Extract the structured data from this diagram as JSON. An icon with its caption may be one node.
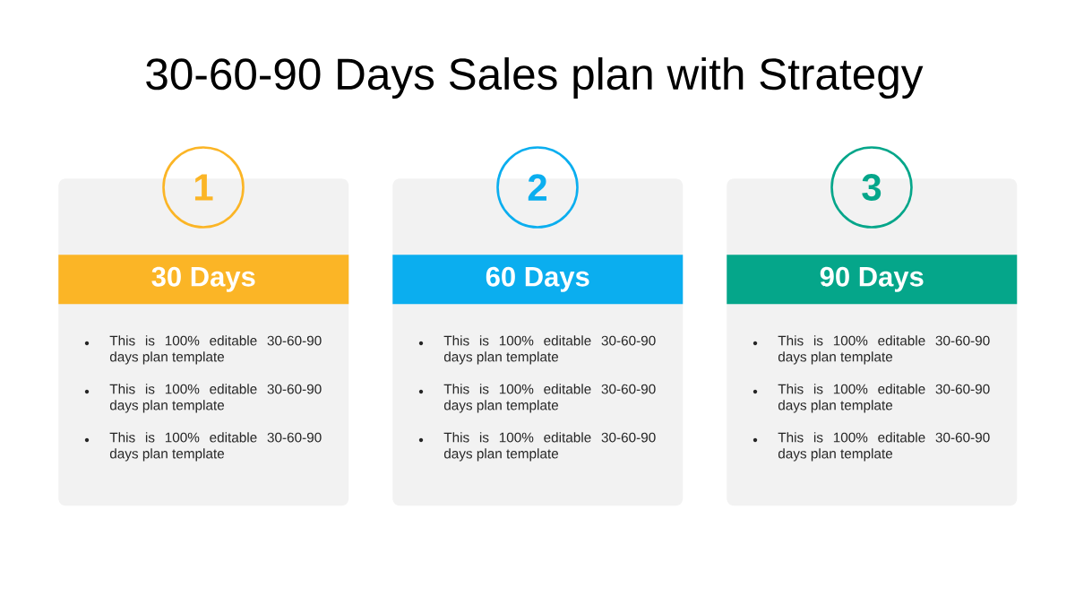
{
  "diagram": {
    "title": "30-60-90 Days Sales plan with Strategy",
    "nodes": [
      {
        "text": [
          "1"
        ]
      },
      {
        "text": [
          "This is 100% editable 30-60-90 days plan template",
          "This is 100% editable 30-60-90 days plan template",
          "This is 100% editable 30-60-90 days plan template"
        ]
      },
      {
        "text": [
          "30 Days"
        ],
        "in": 1
      },
      {
        "text": [
          "2"
        ]
      },
      {
        "text": [
          "This is 100% editable 30-60-90 days plan template",
          "This is 100% editable 30-60-90 days plan template",
          "This is 100% editable 30-60-90 days plan template"
        ]
      },
      {
        "text": [
          "60 Days"
        ],
        "in": 4
      },
      {
        "text": [
          "3"
        ]
      },
      {
        "text": [
          "This is 100% editable 30-60-90 days plan template",
          "This is 100% editable 30-60-90 days plan template",
          "This is 100% editable 30-60-90 days plan template"
        ]
      },
      {
        "text": [
          "90 Days"
        ],
        "in": 7
      }
    ]
  }
}
